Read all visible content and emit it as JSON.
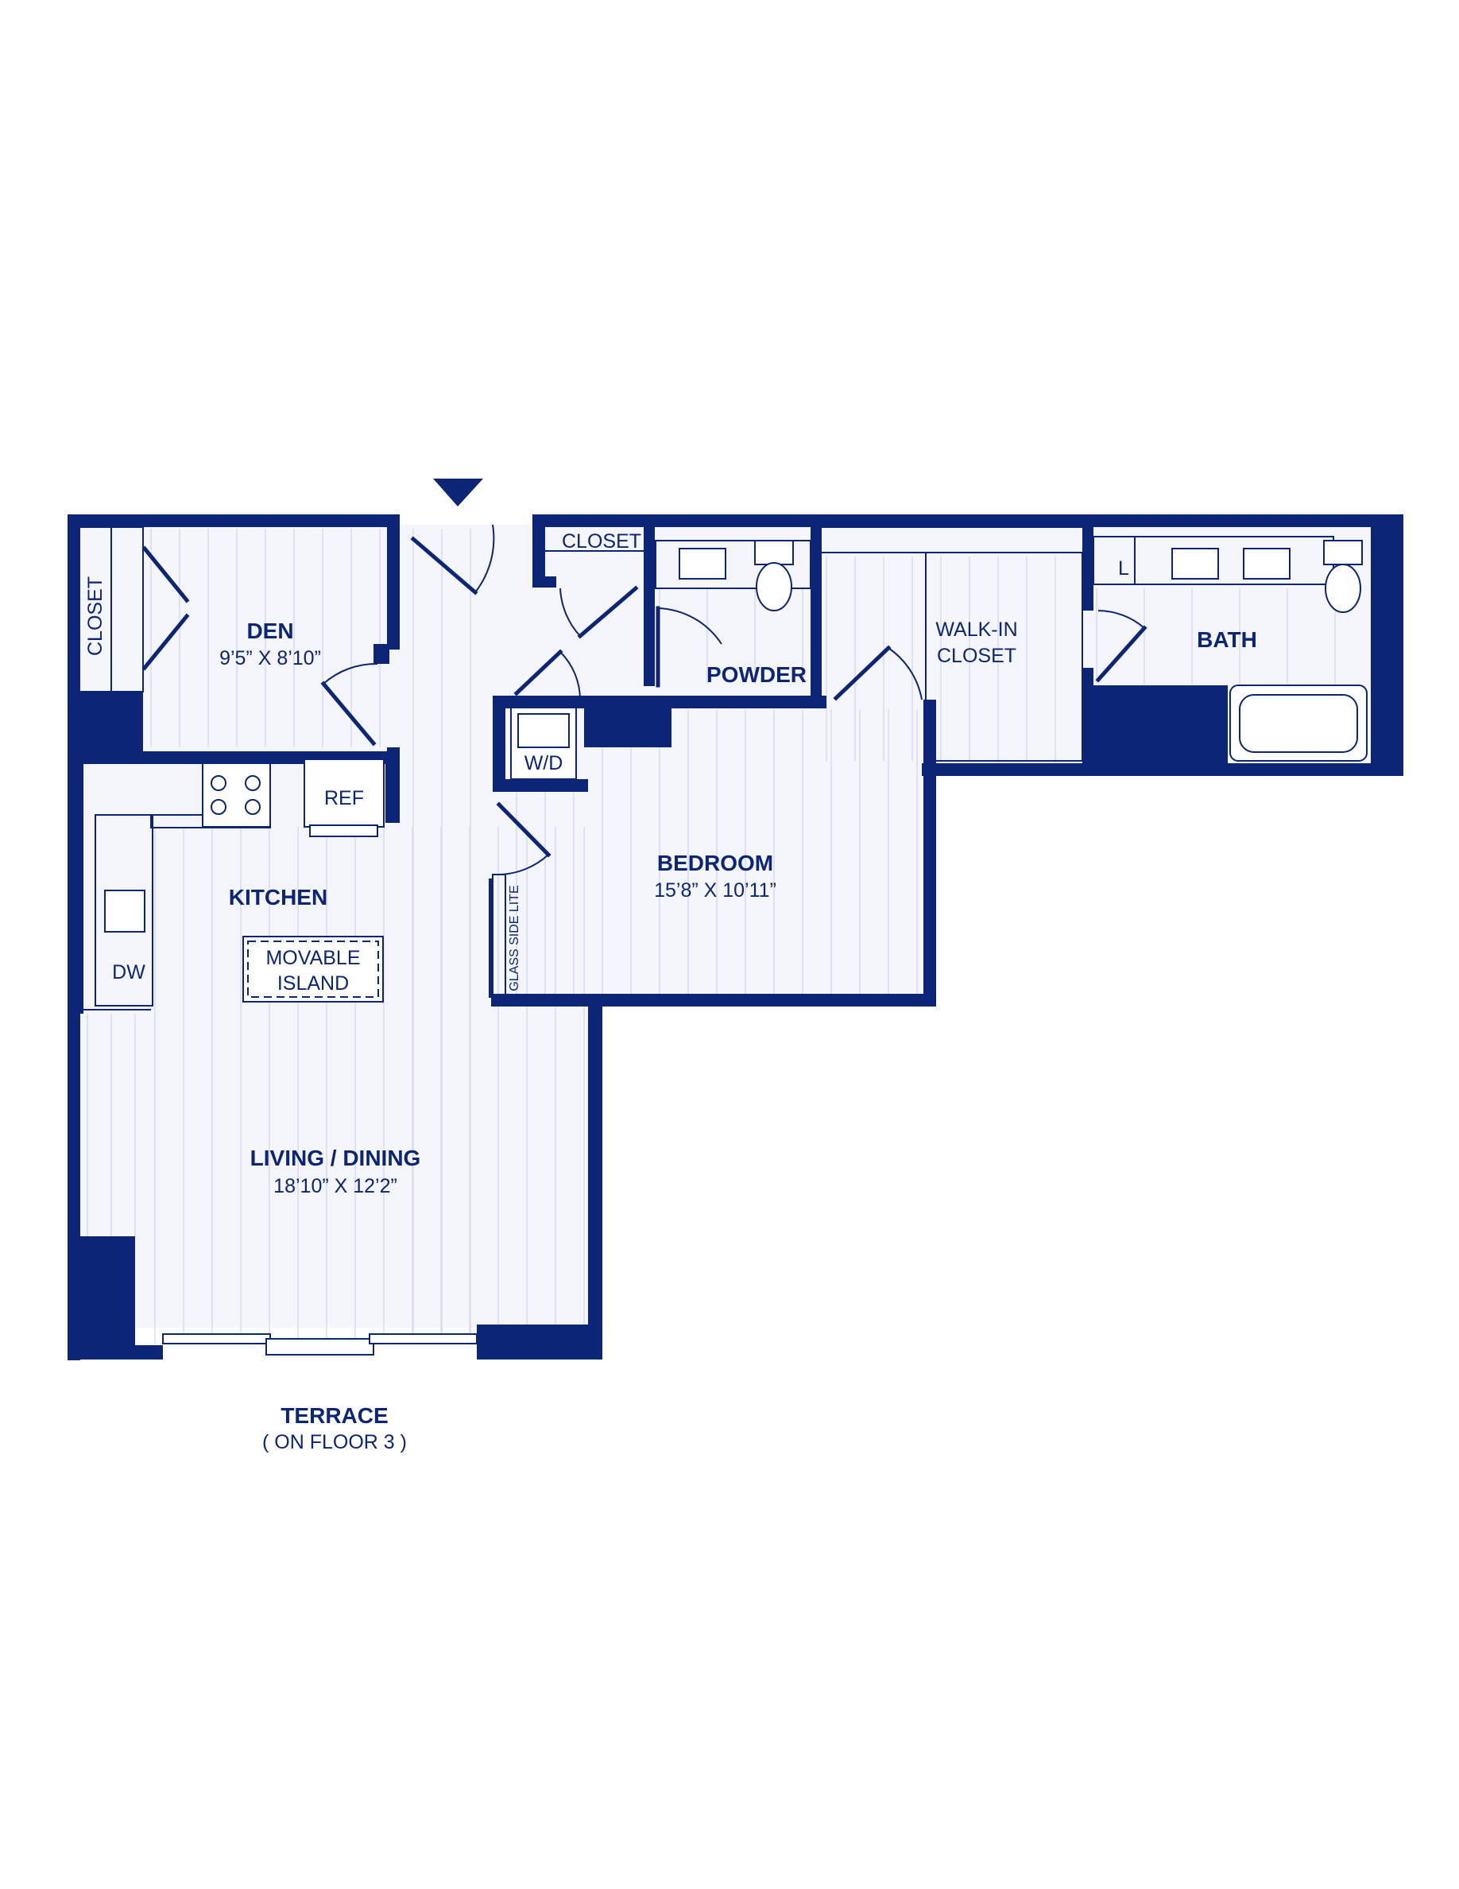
{
  "rooms": {
    "den": {
      "name": "DEN",
      "size": "9’5” X 8’10”"
    },
    "closet_left": {
      "name": "CLOSET"
    },
    "closet_top": {
      "name": "CLOSET"
    },
    "powder": {
      "name": "POWDER"
    },
    "walk_in": {
      "line1": "WALK-IN",
      "line2": "CLOSET"
    },
    "bath": {
      "name": "BATH"
    },
    "bedroom": {
      "name": "BEDROOM",
      "size": "15’8” X 10’11”"
    },
    "kitchen": {
      "name": "KITCHEN"
    },
    "living": {
      "name": "LIVING / DINING",
      "size": "18’10” X 12’2”"
    },
    "terrace": {
      "name": "TERRACE",
      "note": "( ON FLOOR 3 )"
    }
  },
  "fixtures": {
    "refrigerator": "REF",
    "dishwasher": "DW",
    "washer_dryer": "W/D",
    "linen": "L",
    "island_line1": "MOVABLE",
    "island_line2": "ISLAND",
    "side_lite": "GLASS SIDE LITE"
  },
  "colors": {
    "wall": "#0c2577",
    "floor": "#f5f6fb",
    "plank": "#d7dbef",
    "background": "#ffffff"
  }
}
